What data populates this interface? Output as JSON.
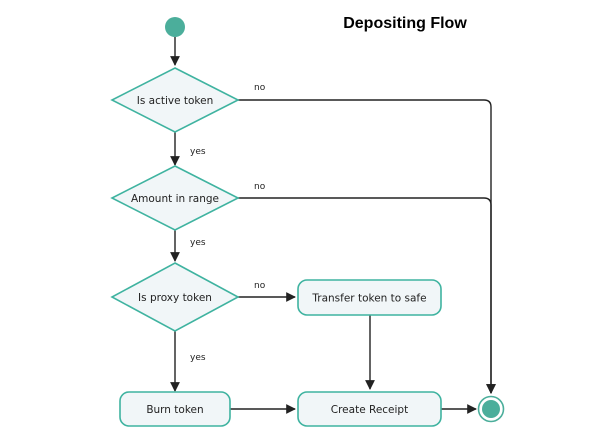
{
  "title": "Depositing Flow",
  "colors": {
    "node_border": "#3fb3a0",
    "node_fill": "#f1f6f8",
    "start_end_fill": "#4bae9b",
    "edge": "#222222"
  },
  "nodes": {
    "is_active_token": "Is active token",
    "amount_in_range": "Amount in range",
    "is_proxy_token": "Is proxy token",
    "transfer_token_to_safe": "Transfer token to safe",
    "burn_token": "Burn token",
    "create_receipt": "Create Receipt"
  },
  "edge_labels": {
    "active_no": "no",
    "active_yes": "yes",
    "range_no": "no",
    "range_yes": "yes",
    "proxy_no": "no",
    "proxy_yes": "yes"
  }
}
